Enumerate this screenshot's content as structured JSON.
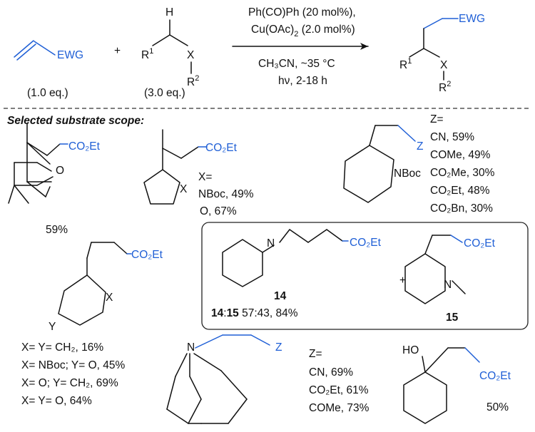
{
  "reaction": {
    "alkene_label": "EWG",
    "alkene_eq": "(1.0 eq.)",
    "plus": "+",
    "reagent_h": "H",
    "reagent_r1": "R",
    "reagent_r1_sup": "1",
    "reagent_x": "X",
    "reagent_r2": "R",
    "reagent_r2_sup": "2",
    "reagent_eq": "(3.0 eq.)",
    "cond_line1": "Ph(CO)Ph (20 mol%),",
    "cond_line2_a": "Cu(OAc)",
    "cond_line2_sub": "2",
    "cond_line2_b": " (2.0 mol%)",
    "cond_line3": "CH₃CN, ~35 °C",
    "cond_line4": "hν, 2-18 h",
    "product_ewg": "EWG",
    "product_r1": "R",
    "product_r1_sup": "1",
    "product_x": "X",
    "product_r2": "R",
    "product_r2_sup": "2"
  },
  "scope": {
    "title": "Selected substrate scope:",
    "oxetane": {
      "group": "CO₂Et",
      "o": "O",
      "yield": "59%"
    },
    "five_ring": {
      "group": "CO₂Et",
      "x": "X",
      "x_eq": "X=",
      "r1": "NBoc, 49%",
      "r2": "O, 67%"
    },
    "piperidine": {
      "z": "Z",
      "n": "NBoc"
    },
    "z_list": {
      "head": "Z=",
      "items": [
        "CN, 59%",
        "COMe, 49%",
        "CO₂Me, 30%",
        "CO₂Et, 48%",
        "CO₂Bn, 30%"
      ]
    },
    "box": {
      "p14_group": "CO₂Et",
      "p14_n": "N",
      "p14_label": "14",
      "plus": "+",
      "p15_group": "CO₂Et",
      "p15_n": "N",
      "p15_label": "15",
      "ratio_a": "14",
      "ratio_sep": ":",
      "ratio_b": "15",
      "ratio_rest": " 57:43, 84%"
    },
    "six_ring": {
      "group": "CO₂Et",
      "x": "X",
      "y": "Y",
      "rows": [
        "X= Y= CH₂, 16%",
        "X= NBoc; Y= O, 45%",
        "X= O; Y= CH₂, 69%",
        "X= Y= O, 64%"
      ]
    },
    "tropane": {
      "n": "N",
      "z": "Z",
      "z_head": "Z=",
      "items": [
        "CN, 69%",
        "CO₂Et, 61%",
        "COMe, 73%"
      ]
    },
    "cyclohexanol": {
      "ho": "HO",
      "group": "CO₂Et",
      "yield": "50%"
    }
  },
  "colors": {
    "accent": "#1f5fd6",
    "ink": "#111111"
  }
}
